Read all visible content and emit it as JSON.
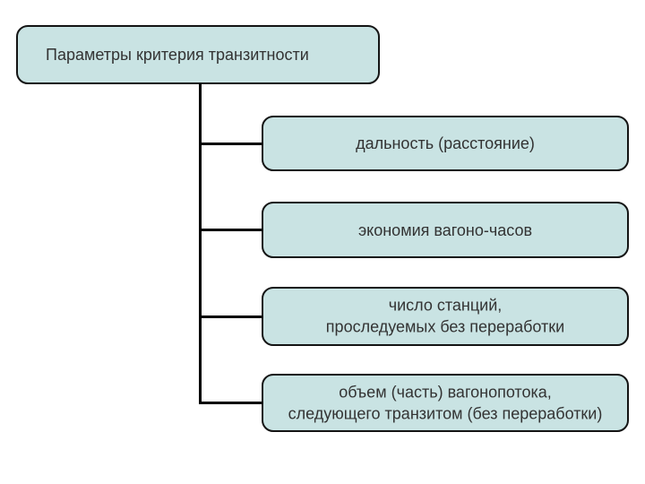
{
  "diagram": {
    "title": "Параметры критерия транзитности",
    "nodes": [
      {
        "label": "дальность (расстояние)"
      },
      {
        "label": "экономия вагоно-часов"
      },
      {
        "label": "число станций,\nпроследуемых без переработки"
      },
      {
        "label": "объем (часть) вагонопотока,\nследующего транзитом (без переработки)"
      }
    ],
    "colors": {
      "node_fill": "#c9e3e3",
      "node_border": "#141414",
      "connector": "#000000",
      "text": "#333333",
      "background": "#ffffff"
    }
  }
}
